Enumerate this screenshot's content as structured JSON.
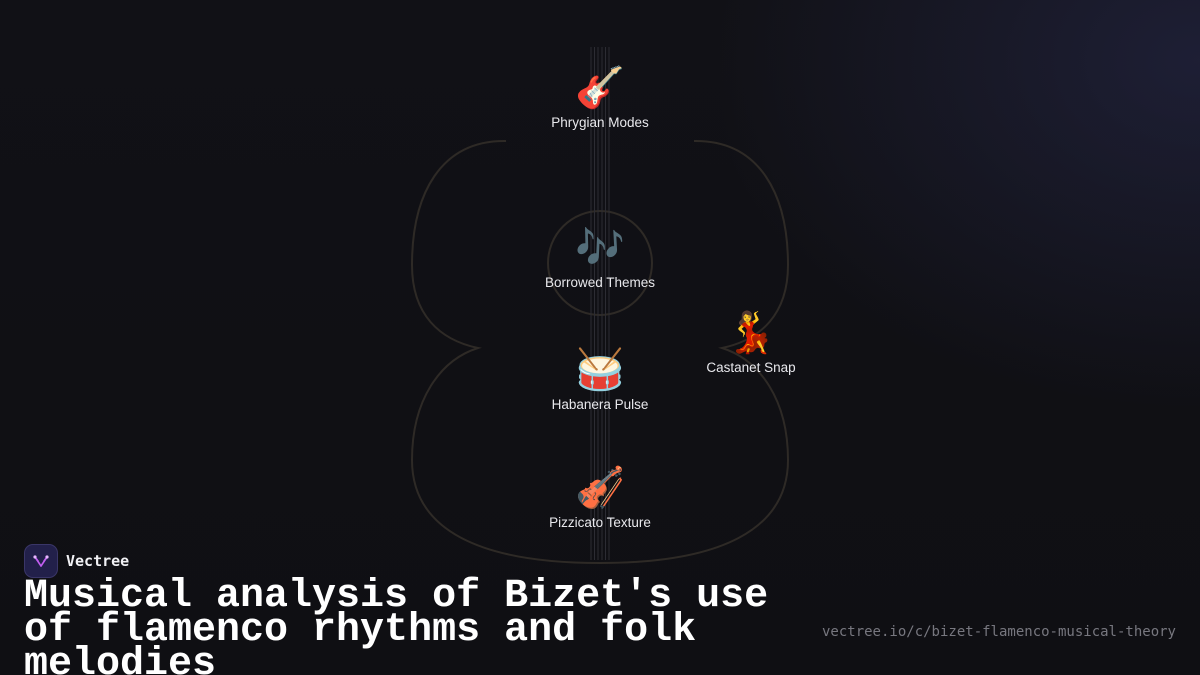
{
  "brand": {
    "name": "Vectree",
    "accent": "#c25ef2"
  },
  "title": "Musical analysis of Bizet's use of flamenco rhythms and folk melodies",
  "url": "vectree.io/c/bizet-flamenco-musical-theory",
  "nodes": [
    {
      "icon": "guitar-icon",
      "emoji": "🎸",
      "label": "Phrygian Modes"
    },
    {
      "icon": "music-notes-icon",
      "emoji": "🎶",
      "label": "Borrowed Themes"
    },
    {
      "icon": "drum-icon",
      "emoji": "🥁",
      "label": "Habanera Pulse"
    },
    {
      "icon": "dancer-icon",
      "emoji": "💃",
      "label": "Castanet Snap"
    },
    {
      "icon": "violin-icon",
      "emoji": "🎻",
      "label": "Pizzicato Texture"
    }
  ]
}
